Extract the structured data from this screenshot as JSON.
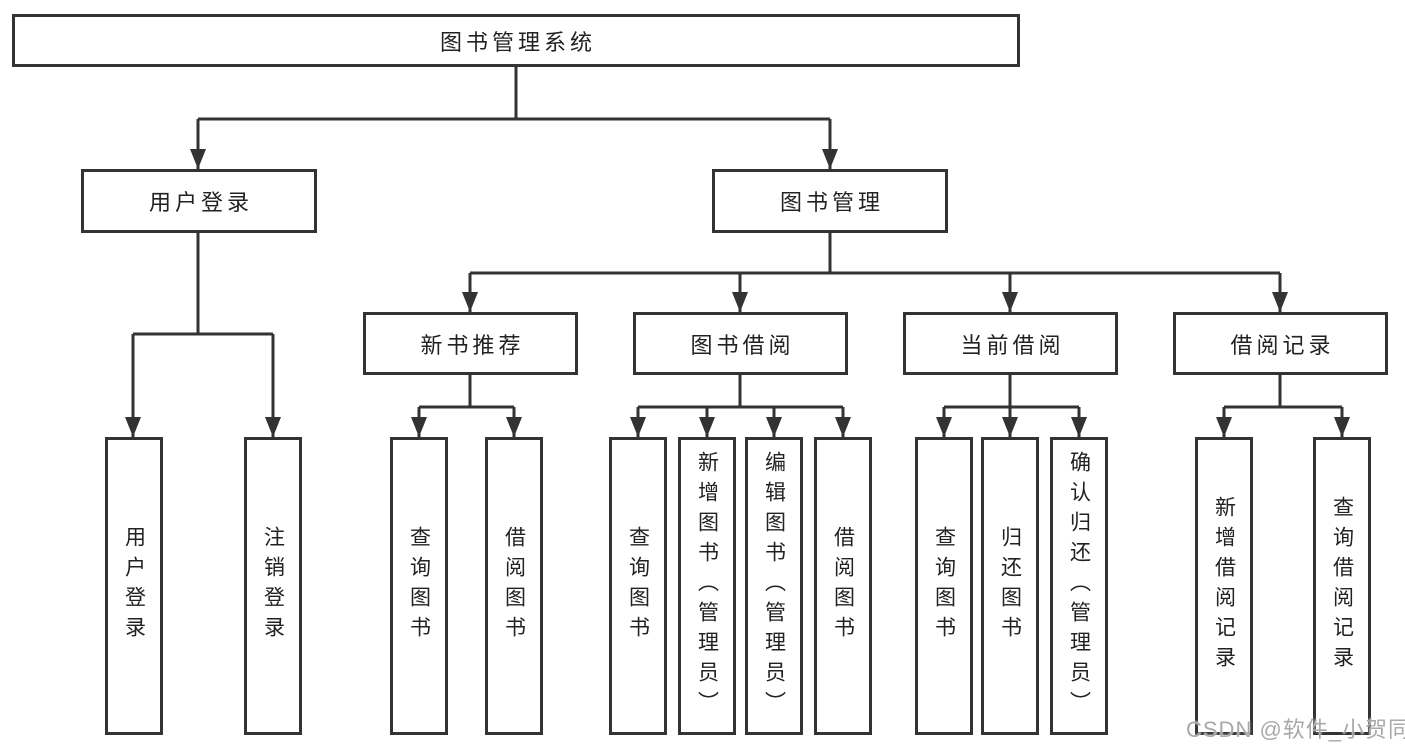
{
  "title": "图书管理系统",
  "level2": {
    "login": "用户登录",
    "management": "图书管理"
  },
  "level3": {
    "newBooks": "新书推荐",
    "bookBorrow": "图书借阅",
    "currentBorrow": "当前借阅",
    "borrowRecords": "借阅记录"
  },
  "leaves": {
    "login": [
      "用户登录",
      "注销登录"
    ],
    "newBooks": [
      "查询图书",
      "借阅图书"
    ],
    "bookBorrow": [
      "查询图书",
      "新增图书（管理员）",
      "编辑图书（管理员）",
      "借阅图书"
    ],
    "currentBorrow": [
      "查询图书",
      "归还图书",
      "确认归还（管理员）"
    ],
    "borrowRecords": [
      "新增借阅记录",
      "查询借阅记录"
    ]
  },
  "watermark": "CSDN @软件_小贺同学",
  "colors": {
    "line": "#333333",
    "border": "#333333",
    "text": "#222222",
    "watermark": "#a9a9a9",
    "background": "#ffffff"
  }
}
